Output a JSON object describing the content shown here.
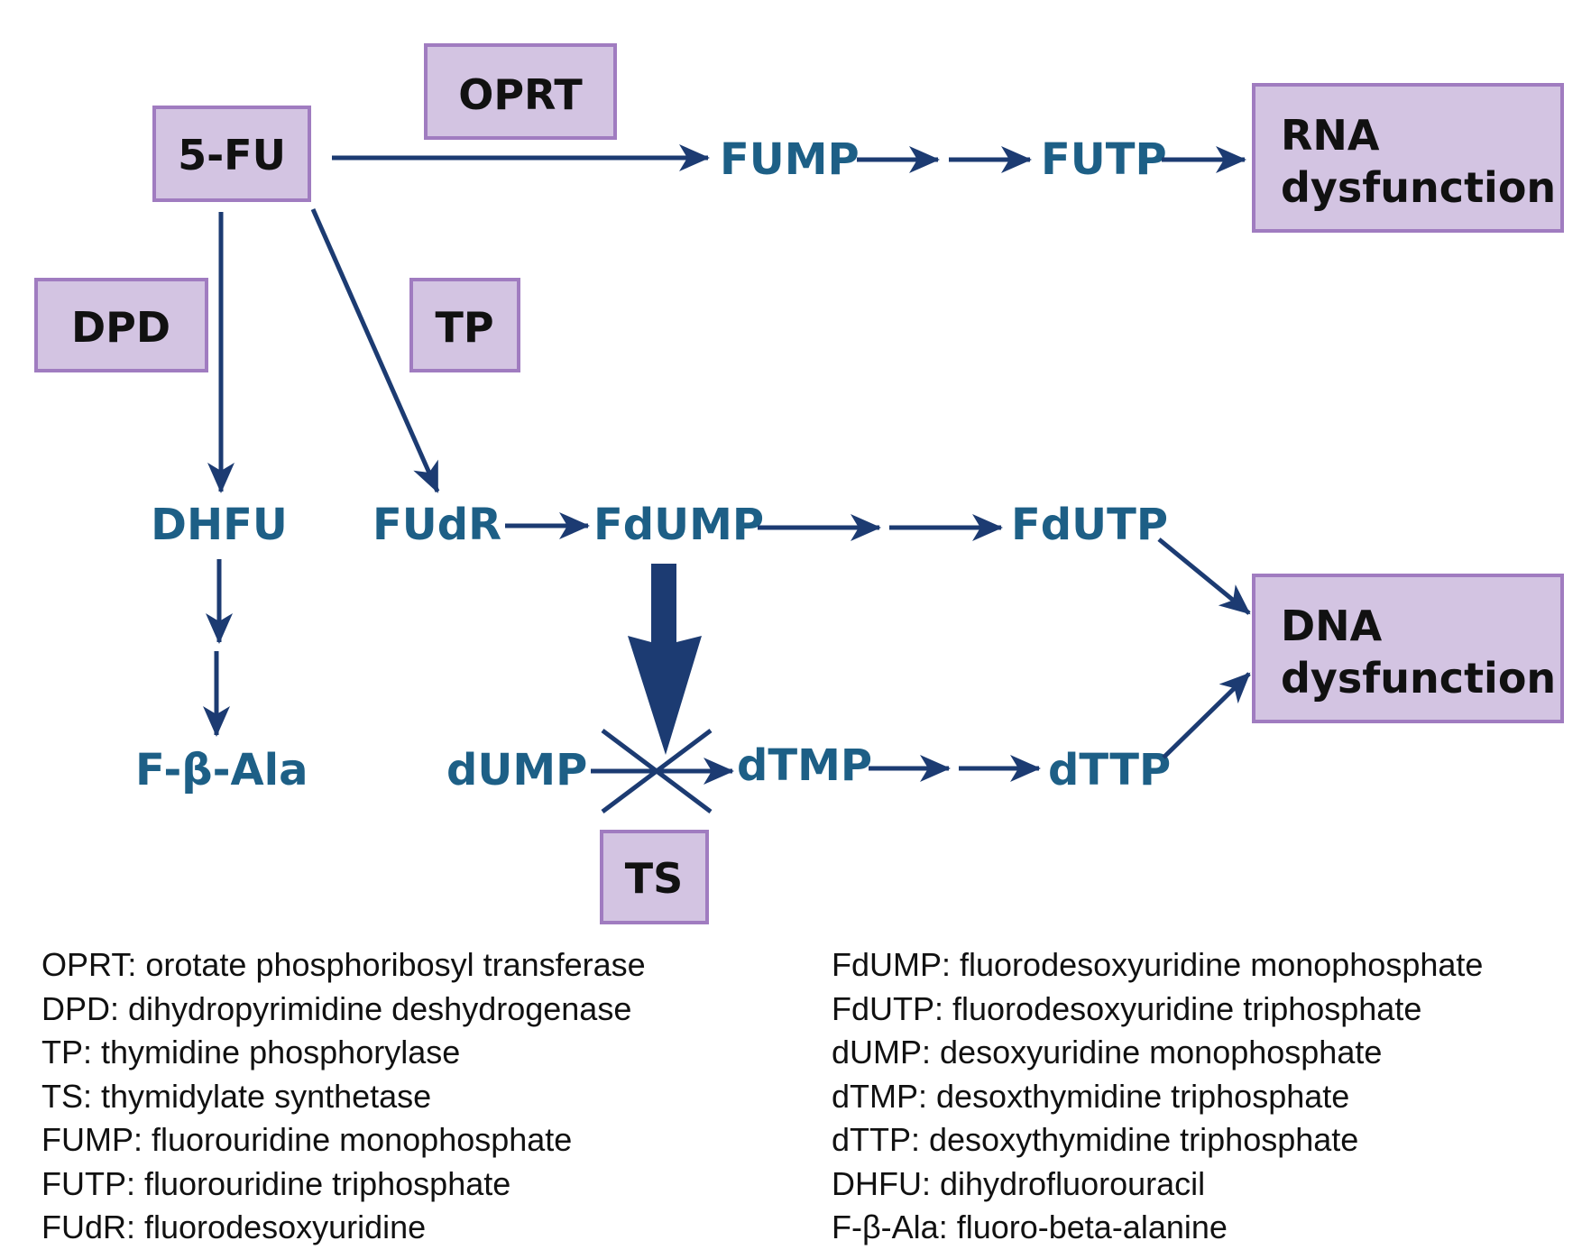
{
  "colors": {
    "box_fill": "#d3c4e2",
    "box_border": "#a07cc0",
    "node_text": "#1d5f86",
    "arrow": "#1c3b72"
  },
  "boxes": {
    "five_fu": "5-FU",
    "oprt": "OPRT",
    "dpd": "DPD",
    "tp": "TP",
    "ts": "TS",
    "rna": [
      "RNA",
      "dysfunction"
    ],
    "dna": [
      "DNA",
      "dysfunction"
    ]
  },
  "nodes": {
    "fump": "FUMP",
    "futp": "FUTP",
    "dhfu": "DHFU",
    "fudr": "FUdR",
    "fdump": "FdUMP",
    "fdutp": "FdUTP",
    "f_beta_ala": "F-β-Ala",
    "dump": "dUMP",
    "dtmp": "dTMP",
    "dttp": "dTTP"
  },
  "legend": {
    "left": [
      "OPRT: orotate phosphoribosyl transferase",
      "DPD: dihydropyrimidine deshydrogenase",
      "TP: thymidine phosphorylase",
      "TS: thymidylate synthetase",
      "FUMP: fluorouridine monophosphate",
      "FUTP: fluorouridine triphosphate",
      "FUdR: fluorodesoxyuridine"
    ],
    "right": [
      "FdUMP: fluorodesoxyuridine monophosphate",
      "FdUTP: fluorodesoxyuridine triphosphate",
      "dUMP: desoxyuridine monophosphate",
      "dTMP: desoxthymidine triphosphate",
      "dTTP: desoxythymidine triphosphate",
      "DHFU: dihydrofluorouracil",
      "F-β-Ala: fluoro-beta-alanine"
    ]
  }
}
